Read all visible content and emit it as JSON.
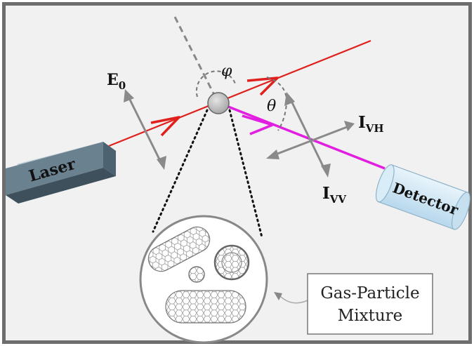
{
  "labels": {
    "laser": "Laser",
    "detector": "Detector",
    "e0": "E",
    "e0_sub": "0",
    "i_vh": "I",
    "i_vh_sub": "VH",
    "i_vv": "I",
    "i_vv_sub": "VV",
    "phi": "φ",
    "theta": "θ",
    "mixture_line1": "Gas-Particle",
    "mixture_line2": "Mixture"
  },
  "colors": {
    "frame": "#6e6e6e",
    "background": "#f1f1f1",
    "laser_beam": "#e0201c",
    "scattered_beam": "#e21ee0",
    "arrow_gray": "#8a8a8a",
    "laser_body": "#6a8190",
    "detector_body": "#cde5f4",
    "particle": "#c2c2c2"
  },
  "icons": {
    "particle": "sphere-icon",
    "nanotube": "carbon-nanotube-icon",
    "fullerene": "fullerene-icon"
  }
}
